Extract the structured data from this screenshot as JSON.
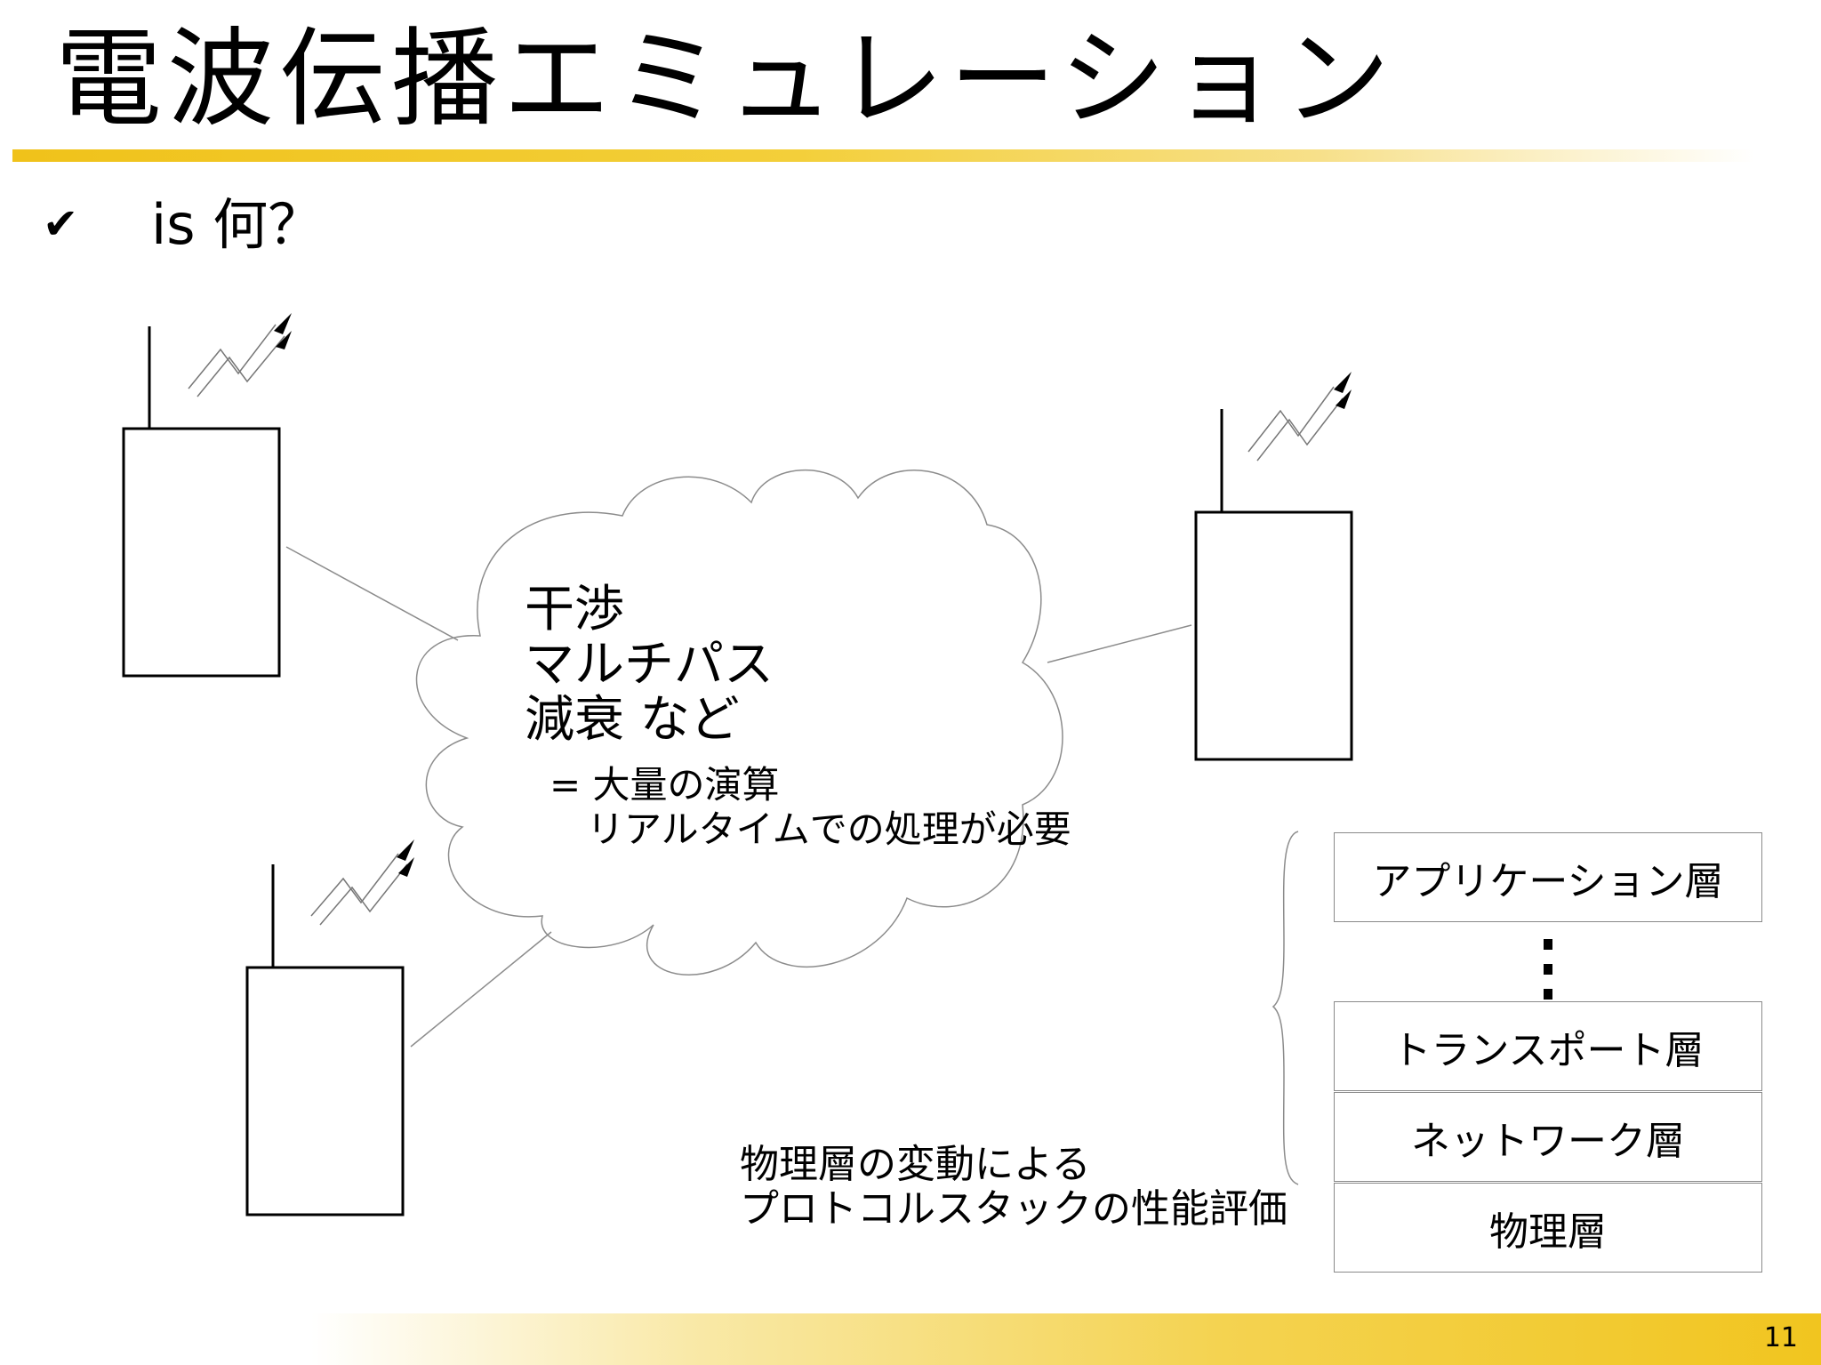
{
  "slide": {
    "title": "電波伝播エミュレーション",
    "bullet": {
      "mark": "✔",
      "text": "is 何？"
    },
    "cloud": {
      "lines": [
        "干渉",
        "マルチパス",
        "減衰 など"
      ],
      "sub_line1": "= 大量の演算",
      "sub_line2": "リアルタイムでの処理が必要"
    },
    "evaluation": {
      "line1": "物理層の変動による",
      "line2": "プロトコルスタックの性能評価"
    },
    "stack": {
      "layers": [
        "アプリケーション層",
        "トランスポート層",
        "ネットワーク層",
        "物理層"
      ]
    },
    "page_number": "11",
    "colors": {
      "accent": "#f1c51f"
    }
  }
}
